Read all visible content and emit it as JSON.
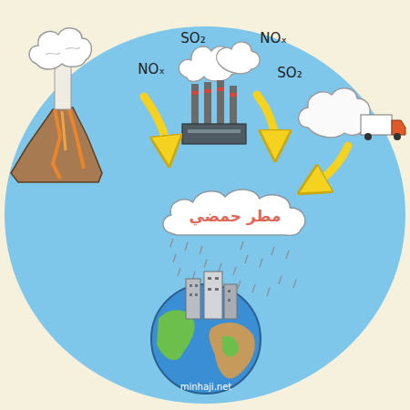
{
  "diagram": {
    "nodes": [
      {
        "text": [
          "مطر حمضي"
        ]
      }
    ],
    "labels": [
      "SO₂",
      "NOₓ",
      "NOₓ",
      "SO₂",
      "minhaji.net"
    ]
  }
}
